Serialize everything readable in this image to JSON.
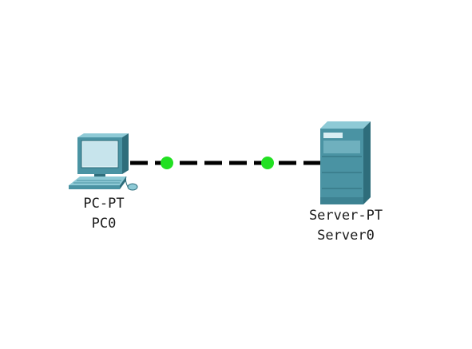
{
  "devices": [
    {
      "id": "pc0",
      "model": "PC-PT",
      "name": "PC0",
      "type": "pc"
    },
    {
      "id": "server0",
      "model": "Server-PT",
      "name": "Server0",
      "type": "server"
    }
  ],
  "links": [
    {
      "from": "pc0",
      "to": "server0",
      "style": "dashed",
      "from_status": "up",
      "to_status": "up"
    }
  ],
  "colors": {
    "link": "#000000",
    "status_up": "#22e022",
    "device_body": "#4a93a3",
    "device_dark": "#2e6d7b",
    "device_light": "#8ecad6",
    "screen": "#d9eef3"
  }
}
